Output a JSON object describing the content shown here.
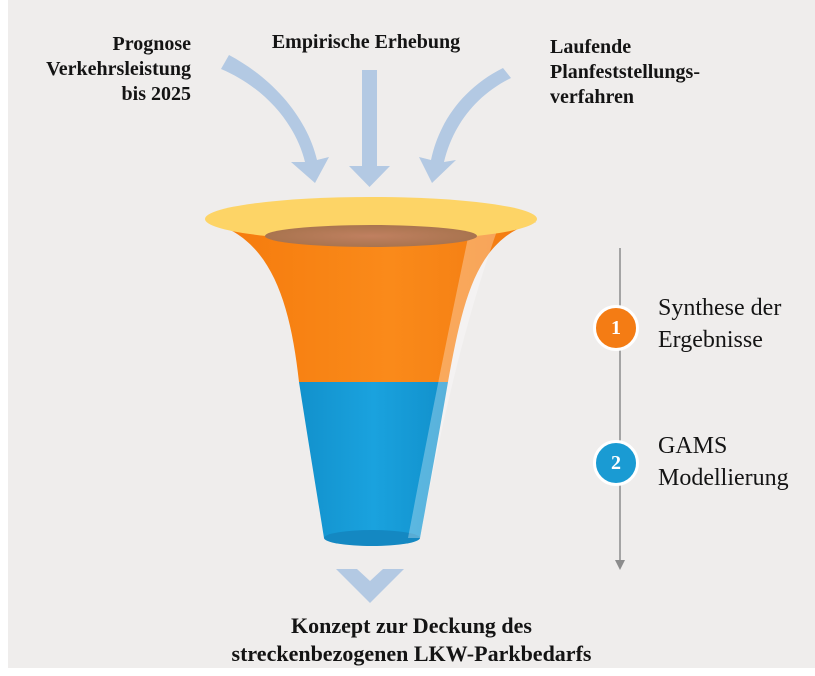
{
  "inputs": {
    "left": [
      "Prognose",
      "Verkehrsleistung",
      "bis 2025"
    ],
    "center": "Empirische Erhebung",
    "right": [
      "Laufende",
      "Planfeststellungs-",
      "verfahren"
    ]
  },
  "steps": [
    {
      "number": "1",
      "lines": [
        "Synthese der",
        "Ergebnisse"
      ],
      "color": "#f47c14"
    },
    {
      "number": "2",
      "lines": [
        "GAMS",
        "Modellierung"
      ],
      "color": "#1a9bd3"
    }
  ],
  "result": [
    "Konzept zur Deckung des",
    "streckenbezogenen LKW-Parkbedarfs"
  ],
  "colors": {
    "arrow": "#b3c9e3",
    "funnel_top": "#f88011",
    "funnel_bottom": "#1297d4",
    "rim": "#fdd466",
    "timeline": "#8c8c8c"
  }
}
